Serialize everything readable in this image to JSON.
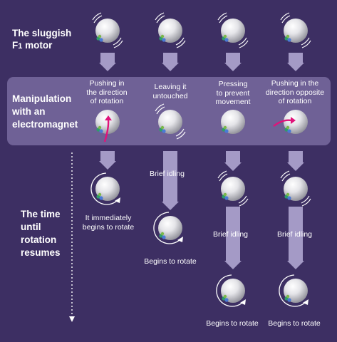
{
  "rows": {
    "motor_label": "The sluggish F₁ motor",
    "manipulation_label": "Manipulation with an electromagnet",
    "time_label": "The time until rotation resumes"
  },
  "columns": [
    {
      "manipulation": "Pushing in the direction of rotation",
      "idle_label": "",
      "outcome": "It immediately begins to rotate"
    },
    {
      "manipulation": "Leaving it untouched",
      "idle_label": "Brief idling",
      "outcome": "Begins to rotate"
    },
    {
      "manipulation": "Pressing to prevent movement",
      "idle_label": "Brief idling",
      "outcome": "Begins to rotate"
    },
    {
      "manipulation": "Pushing in the direction opposite of rotation",
      "idle_label": "Brief idling",
      "outcome": "Begins to rotate"
    }
  ],
  "colors": {
    "background": "#3d2f63",
    "band": "#6f6196",
    "arrow": "#a49ac6",
    "push_arrow": "#e0137a",
    "text": "#ffffff"
  }
}
